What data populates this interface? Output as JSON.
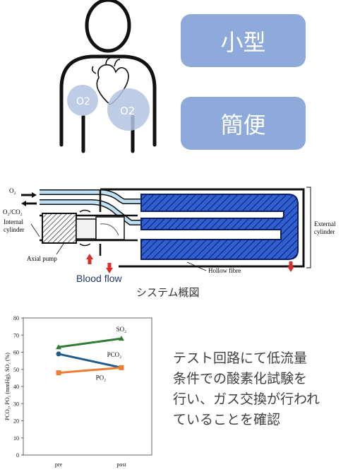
{
  "human_figure": {
    "o2_left": "O2",
    "o2_right": "O2"
  },
  "features": [
    {
      "label": "小型"
    },
    {
      "label": "簡便"
    }
  ],
  "system_diagram": {
    "labels": {
      "o2": "O₂",
      "o2_co2": "O₂/CO₂",
      "internal_cylinder": [
        "Internal",
        "cylinder"
      ],
      "axial_pump": "Axial pump",
      "external_cylinder": [
        "External",
        "cylinder"
      ],
      "hollow_fibre": "Hollow fibre"
    },
    "blood_flow": "Blood flow",
    "caption": "システム概図"
  },
  "description": [
    "テスト回路にて低流量",
    "条件での酸素化試験を",
    "行い、ガス交換が行われ",
    "ていることを確認"
  ],
  "colors": {
    "pill": "#8eaadb",
    "blue_fibre": "#2f5fd0",
    "so2": "#2e7d32",
    "pco2": "#1f5c8a",
    "po2": "#ed7d31",
    "arrow": "#d9302c"
  },
  "chart_data": {
    "type": "line",
    "categories": [
      "pre",
      "post"
    ],
    "series": [
      {
        "name": "SO₂",
        "values": [
          63,
          68
        ],
        "color": "#2e7d32"
      },
      {
        "name": "PCO₂",
        "values": [
          59,
          51
        ],
        "color": "#1f5c8a"
      },
      {
        "name": "PO₂",
        "values": [
          48,
          51
        ],
        "color": "#ed7d31"
      }
    ],
    "ylabel": "PCO₂, PO₂ (mmHg), SO₂ (%)",
    "ylim": [
      0,
      80
    ],
    "yticks": [
      "0",
      "10",
      "20",
      "30",
      "40",
      "50",
      "60",
      "70",
      "80"
    ],
    "grid": false
  }
}
